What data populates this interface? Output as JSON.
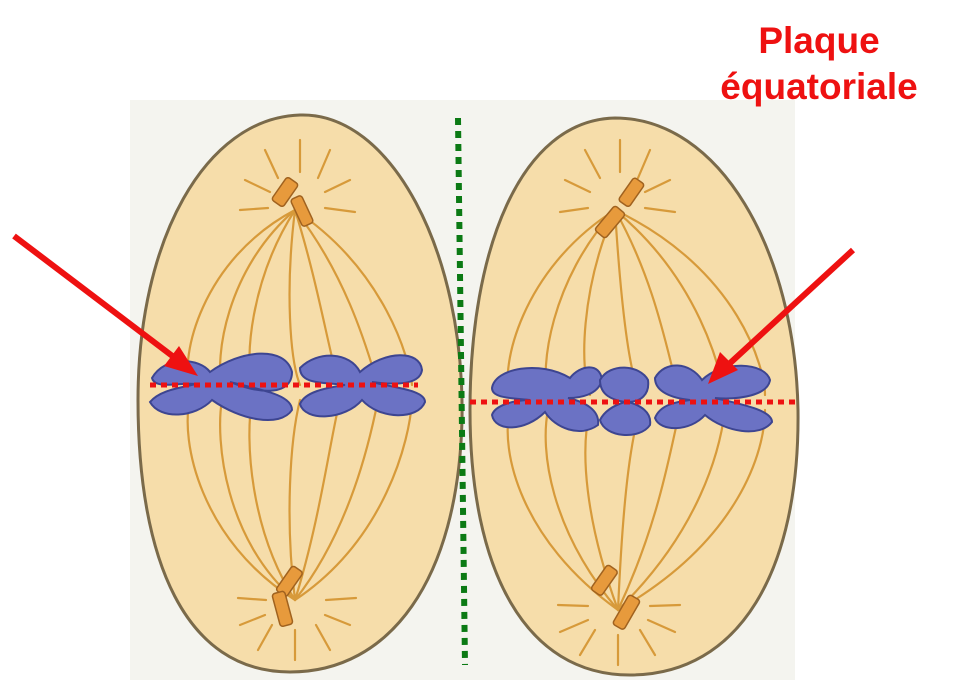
{
  "annotation": {
    "lines": [
      "Plaque",
      "équatoriale"
    ],
    "color": "#ee1111"
  },
  "colors": {
    "cell_fill": "#f6ddaa",
    "cell_outline": "#7a6a4a",
    "spindle_fiber": "#d79a3a",
    "centrosome": "#e79a3c",
    "chromosome": "#6b72c4",
    "chromosome_outline": "#3d4591",
    "division_line": "#0b7a14",
    "plate_line": "#ee1111",
    "arrow": "#ee1111",
    "background_panel": "#f4f4ef"
  },
  "icons": [
    "cell-outline",
    "centrosome-pair",
    "spindle-fibers",
    "chromosome",
    "dotted-division-line",
    "dotted-equatorial-line",
    "pointer-arrow"
  ]
}
